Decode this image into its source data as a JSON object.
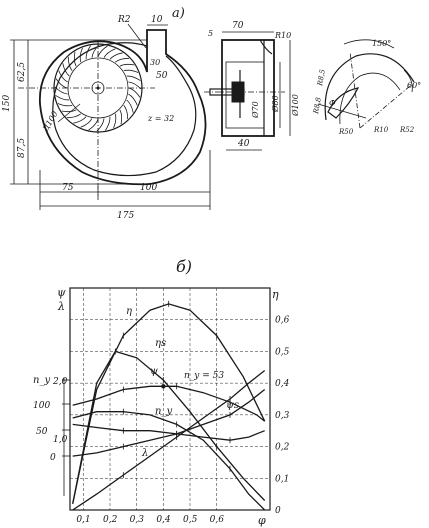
{
  "panel_a": {
    "label": "а)",
    "front_view": {
      "dims": {
        "r_cutoff": "R2",
        "top_width": "10",
        "outlet_offset": "30",
        "center_to_outlet": "50",
        "upper_height": "62,5",
        "total_height": "150",
        "lower_height": "87,5",
        "impeller_dia": "Д100",
        "blade_count": "z = 32",
        "bottom_left": "75",
        "bottom_right": "100",
        "total_width": "175"
      }
    },
    "side_view": {
      "dims": {
        "top_width": "70",
        "offset": "5",
        "radius": "R10",
        "dia_a": "Ø70",
        "dia_b": "Ø80",
        "dia_c": "Ø100",
        "bottom": "40"
      }
    },
    "blade_detail": {
      "dims": {
        "angle_top": "150°",
        "angle_right": "60°",
        "r_a": "R8,5",
        "r_b": "R50",
        "r_c": "R10",
        "r_d": "R52",
        "r_e": "R8,8",
        "phi": "Ф"
      }
    }
  },
  "panel_b": {
    "label": "б)",
    "chart_data": {
      "type": "line",
      "x_axis_symbol": "φ",
      "x_ticks": [
        "0,1",
        "0,2",
        "0,3",
        "0,4",
        "0,5",
        "0,6"
      ],
      "xlim": [
        0.05,
        0.8
      ],
      "left_axis": {
        "symbols": [
          "ψ",
          "λ"
        ],
        "ny_symbol": "n_y",
        "ny_ticks": [
          "2,0",
          "100",
          "1,0",
          "50",
          "0"
        ],
        "lambda_ticks": [
          "2,0",
          "1,0"
        ],
        "psi_ticks": [
          "100",
          "50",
          "0"
        ]
      },
      "right_axis": {
        "symbol": "η",
        "ticks": [
          "0,6",
          "0,5",
          "0,4",
          "0,3",
          "0,2",
          "0,1",
          "0"
        ],
        "ylim": [
          0,
          0.7
        ]
      },
      "annotation": "n_y = 53",
      "series": [
        {
          "name": "η",
          "x": [
            0.06,
            0.15,
            0.25,
            0.35,
            0.42,
            0.5,
            0.6,
            0.7,
            0.78
          ],
          "y": [
            0.02,
            0.38,
            0.55,
            0.63,
            0.65,
            0.63,
            0.55,
            0.42,
            0.28
          ]
        },
        {
          "name": "ηs",
          "x": [
            0.06,
            0.15,
            0.22,
            0.3,
            0.4,
            0.5,
            0.6,
            0.7,
            0.78
          ],
          "y": [
            0.02,
            0.4,
            0.5,
            0.48,
            0.41,
            0.31,
            0.2,
            0.1,
            0.03
          ]
        },
        {
          "name": "ψ",
          "x": [
            0.06,
            0.15,
            0.25,
            0.35,
            0.45,
            0.55,
            0.65,
            0.75,
            0.78
          ],
          "y": [
            0.33,
            0.35,
            0.38,
            0.39,
            0.39,
            0.37,
            0.34,
            0.3,
            0.28
          ]
        },
        {
          "name": "ψs",
          "x": [
            0.06,
            0.15,
            0.25,
            0.35,
            0.45,
            0.55,
            0.65,
            0.72,
            0.78
          ],
          "y": [
            0.29,
            0.31,
            0.31,
            0.3,
            0.27,
            0.22,
            0.13,
            0.05,
            0.0
          ]
        },
        {
          "name": "n_y",
          "x": [
            0.06,
            0.15,
            0.25,
            0.35,
            0.45,
            0.55,
            0.65,
            0.72,
            0.78
          ],
          "y": [
            0.27,
            0.26,
            0.25,
            0.25,
            0.24,
            0.23,
            0.22,
            0.23,
            0.25
          ]
        },
        {
          "name": "λ",
          "x": [
            0.06,
            0.15,
            0.25,
            0.35,
            0.45,
            0.55,
            0.65,
            0.72,
            0.78
          ],
          "y": [
            0.17,
            0.18,
            0.2,
            0.22,
            0.24,
            0.27,
            0.3,
            0.34,
            0.38
          ]
        },
        {
          "name": "",
          "x": [
            0.06,
            0.15,
            0.25,
            0.35,
            0.45,
            0.55,
            0.65,
            0.72,
            0.78
          ],
          "y": [
            0.0,
            0.05,
            0.11,
            0.17,
            0.23,
            0.29,
            0.35,
            0.4,
            0.44
          ]
        }
      ]
    }
  }
}
